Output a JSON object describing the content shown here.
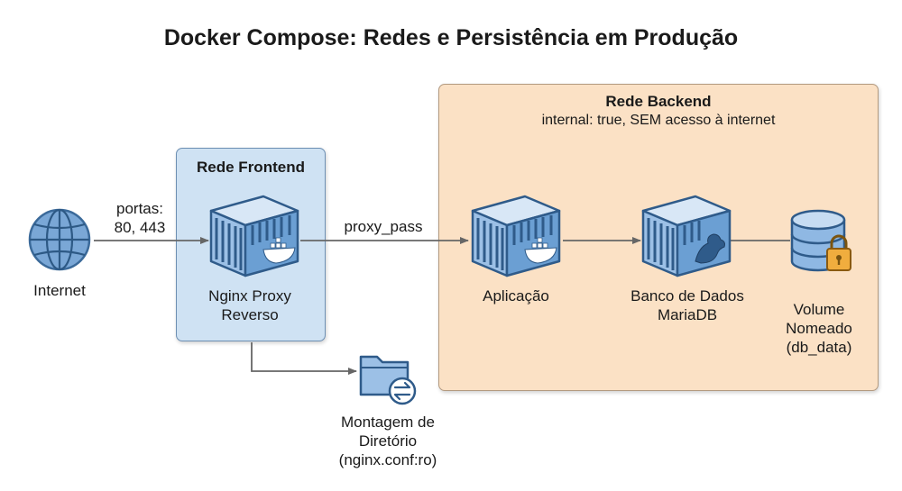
{
  "title": "Docker Compose: Redes e Persistência em Produção",
  "zones": {
    "frontend": {
      "title": "Rede Frontend"
    },
    "backend": {
      "title": "Rede Backend",
      "subtitle": "internal: true, SEM acesso à internet"
    }
  },
  "nodes": {
    "internet": {
      "label": "Internet",
      "icon": "globe-icon"
    },
    "nginx": {
      "label_line1": "Nginx Proxy",
      "label_line2": "Reverso",
      "icon": "docker-container-icon"
    },
    "app": {
      "label": "Aplicação",
      "icon": "docker-container-icon"
    },
    "db": {
      "label_line1": "Banco de Dados",
      "label_line2": "MariaDB",
      "icon": "mariadb-container-icon"
    },
    "volume": {
      "label_line1": "Volume",
      "label_line2": "Nomeado",
      "label_line3": "(db_data)",
      "icon": "database-lock-icon"
    },
    "mount": {
      "label_line1": "Montagem de",
      "label_line2": "Diretório",
      "label_line3": "(nginx.conf:ro)",
      "icon": "folder-sync-icon"
    }
  },
  "edges": {
    "internet_nginx": {
      "label_line1": "portas:",
      "label_line2": "80, 443"
    },
    "nginx_app": {
      "label": "proxy_pass"
    }
  },
  "colors": {
    "frontend_fill": "#cfe2f3",
    "backend_fill": "#fbe1c5",
    "icon_blue": "#5b8fc7",
    "arrow": "#666666",
    "lock": "#e8a33c"
  }
}
